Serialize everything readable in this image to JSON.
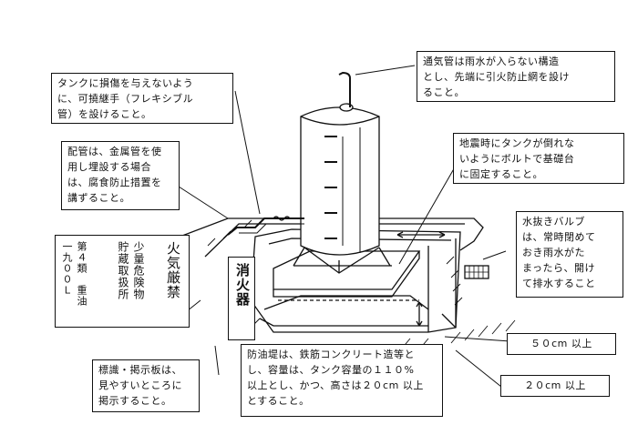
{
  "notes": {
    "vent_pipe": "通気管は雨水が入らない構造\nとし、先端に引火防止網を設け\nること。",
    "flexible_joint": "タンクに損傷を与えないよう\nに、可撓継手（フレキシブル\n管）を設けること。",
    "piping": "配管は、金属管を使\n用し埋設する場合\nは、腐食防止措置を\n講ずること。",
    "earthquake": "地震時にタンクが倒れな\nいようにボルトで基礎台\nに固定すること。",
    "drain_valve": "水抜きバルブ\nは、常時閉めて\nおき雨水がた\nまったら、開け\nて排水すること",
    "dike": "防油堤は、鉄筋コンクリート造等と\nし、容量は、タンク容量の１１０%\n以上とし、かつ、高さは２０cm 以上\nとすること。",
    "sign": "標識・掲示板は、\n見やすいところに\n掲示すること。",
    "dim_50": "５０cm 以上",
    "dim_20": "２０cm 以上"
  },
  "sign_board": {
    "fire_strict": "火気厳禁",
    "store_kind": "少量危険物\n貯蔵取扱所",
    "oil_kind": "第４類　重油\n一九００Ｌ"
  },
  "extinguisher": "消火器"
}
